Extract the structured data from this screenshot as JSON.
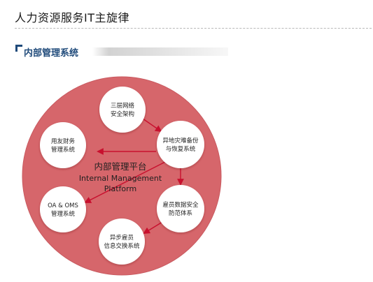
{
  "page": {
    "title": "人力资源服务IT主旋律"
  },
  "section": {
    "title": "内部管理系统"
  },
  "diagram": {
    "colors": {
      "disc": "#d6666b",
      "disc_rim": "#c95a60",
      "node_fill": "#ffffff",
      "arrow": "#c8102e",
      "section_title": "#1f4a7a"
    },
    "center": {
      "cn": "内部管理平台",
      "en_line1": "Internal Management",
      "en_line2": "Platform"
    },
    "nodes": [
      {
        "id": "network",
        "lines": [
          "三层网络",
          "安全架构"
        ]
      },
      {
        "id": "backup",
        "lines": [
          "异地灾难备份",
          "与恢复系统"
        ]
      },
      {
        "id": "finance",
        "lines": [
          "用友财务",
          "管理系统"
        ]
      },
      {
        "id": "oa",
        "lines": [
          "OA & OMS",
          "管理系统"
        ]
      },
      {
        "id": "security",
        "lines": [
          "雇员数据安全",
          "防范体系"
        ]
      },
      {
        "id": "exchange",
        "lines": [
          "异步雇员",
          "信息交换系统"
        ]
      }
    ]
  }
}
